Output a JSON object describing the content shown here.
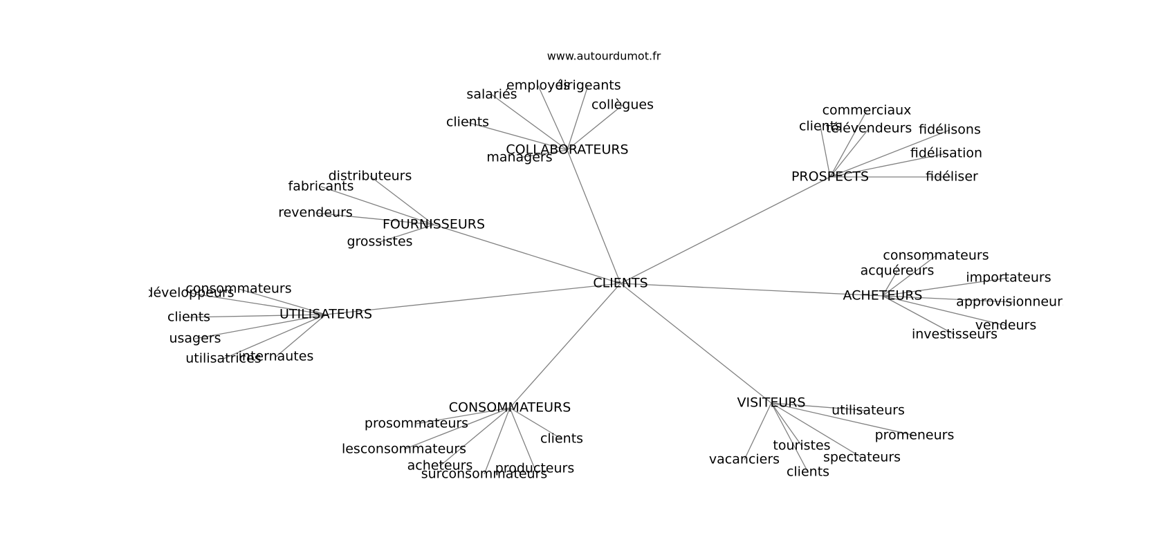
{
  "watermark": "www.autourdumot.fr",
  "graph": {
    "center": "CLIENTS",
    "groups": [
      {
        "label": "COLLABORATEURS",
        "leaves": [
          "salariés",
          "employés",
          "dirigeants",
          "collègues",
          "clients",
          "managers"
        ]
      },
      {
        "label": "PROSPECTS",
        "leaves": [
          "commerciaux",
          "clients",
          "télévendeurs",
          "fidélisons",
          "fidélisation",
          "fidéliser"
        ]
      },
      {
        "label": "FOURNISSEURS",
        "leaves": [
          "distributeurs",
          "fabricants",
          "revendeurs",
          "grossistes"
        ]
      },
      {
        "label": "UTILISATEURS",
        "leaves": [
          "consommateurs",
          "développeurs",
          "clients",
          "usagers",
          "utilisatrices",
          "internautes"
        ]
      },
      {
        "label": "ACHETEURS",
        "leaves": [
          "consommateurs",
          "acquéreurs",
          "importateurs",
          "approvisionneurs",
          "vendeurs",
          "investisseurs"
        ]
      },
      {
        "label": "CONSOMMATEURS",
        "leaves": [
          "prosommateurs",
          "clients",
          "lesconsommateurs",
          "acheteurs",
          "producteurs",
          "surconsommateurs"
        ]
      },
      {
        "label": "VISITEURS",
        "leaves": [
          "utilisateurs",
          "promeneurs",
          "touristes",
          "spectateurs",
          "vacanciers",
          "clients"
        ]
      }
    ]
  }
}
